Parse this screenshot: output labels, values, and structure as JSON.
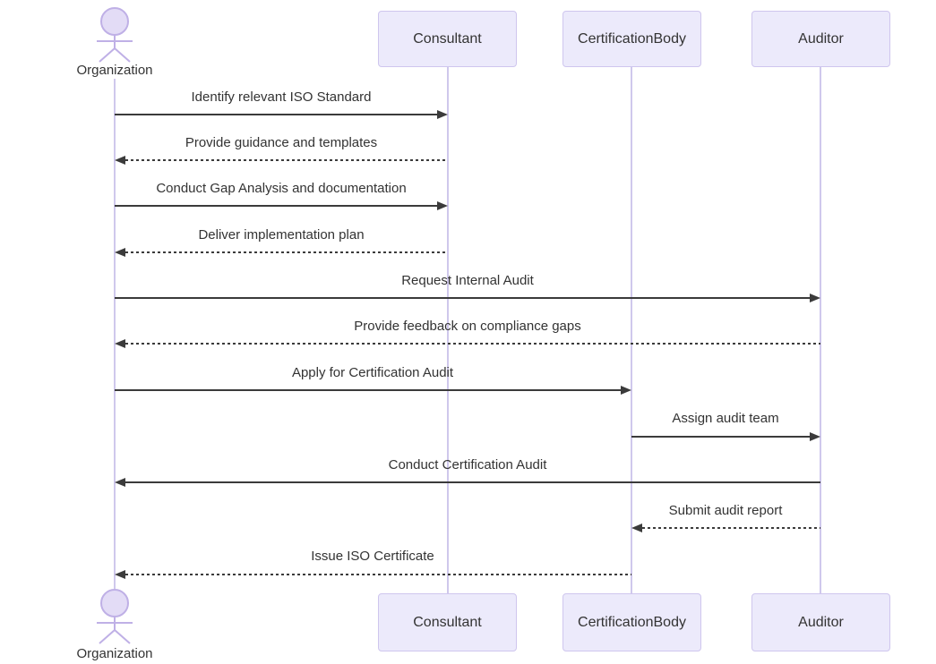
{
  "diagram": {
    "type": "sequence",
    "participants": [
      {
        "id": "organization",
        "label": "Organization",
        "kind": "actor"
      },
      {
        "id": "consultant",
        "label": "Consultant",
        "kind": "participant"
      },
      {
        "id": "certificationBody",
        "label": "CertificationBody",
        "kind": "participant"
      },
      {
        "id": "auditor",
        "label": "Auditor",
        "kind": "participant"
      }
    ],
    "messages": [
      {
        "from": "Organization",
        "to": "Consultant",
        "label": "Identify relevant ISO Standard",
        "style": "solid"
      },
      {
        "from": "Consultant",
        "to": "Organization",
        "label": "Provide guidance and templates",
        "style": "dashed"
      },
      {
        "from": "Organization",
        "to": "Consultant",
        "label": "Conduct Gap Analysis and documentation",
        "style": "solid"
      },
      {
        "from": "Consultant",
        "to": "Organization",
        "label": "Deliver implementation plan",
        "style": "dashed"
      },
      {
        "from": "Organization",
        "to": "Auditor",
        "label": "Request Internal Audit",
        "style": "solid"
      },
      {
        "from": "Auditor",
        "to": "Organization",
        "label": "Provide feedback on compliance gaps",
        "style": "dashed"
      },
      {
        "from": "Organization",
        "to": "CertificationBody",
        "label": "Apply for Certification Audit",
        "style": "solid"
      },
      {
        "from": "CertificationBody",
        "to": "Auditor",
        "label": "Assign audit team",
        "style": "solid"
      },
      {
        "from": "Auditor",
        "to": "Organization",
        "label": "Conduct Certification Audit",
        "style": "solid"
      },
      {
        "from": "Auditor",
        "to": "CertificationBody",
        "label": "Submit audit report",
        "style": "dashed"
      },
      {
        "from": "CertificationBody",
        "to": "Organization",
        "label": "Issue ISO Certificate",
        "style": "dashed"
      }
    ],
    "colors": {
      "background": "#ffffff",
      "box_fill": "#ECEAFB",
      "box_border": "#CFC6EE",
      "lifeline": "#CFC8EC",
      "arrow": "#3b3b3b",
      "text": "#333333",
      "actor_fill": "#E3DCF6",
      "actor_stroke": "#BFB0E6"
    }
  }
}
